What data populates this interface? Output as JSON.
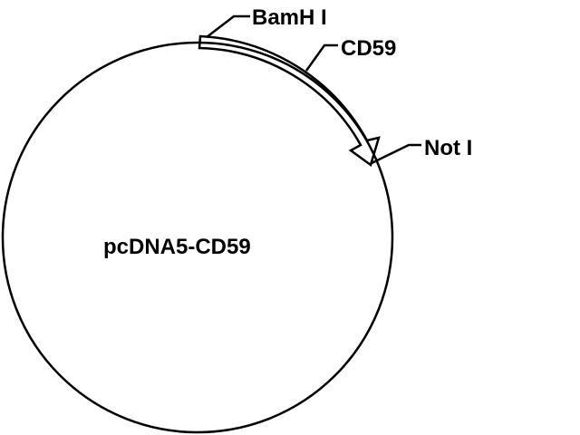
{
  "plasmid": {
    "name": "pcDNA5-CD59",
    "insert": {
      "name": "CD59"
    },
    "sites": [
      {
        "name": "BamH I"
      },
      {
        "name": "Not I"
      }
    ]
  }
}
